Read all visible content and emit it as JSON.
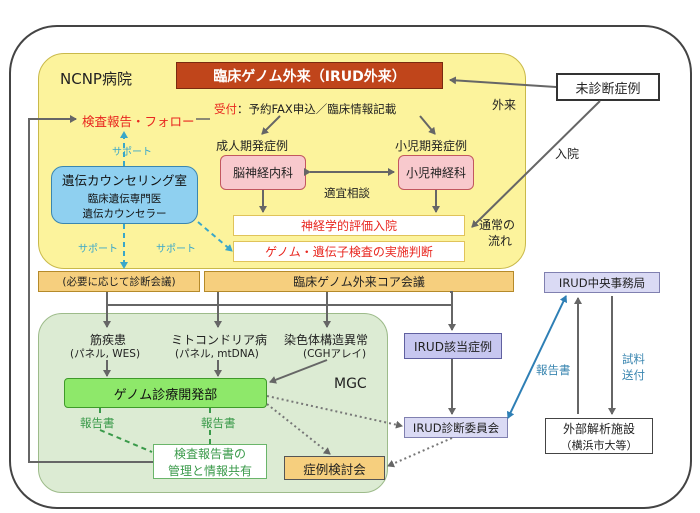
{
  "ncnp_label": "NCNP病院",
  "header": "臨床ゲノム外来（IRUD外来）",
  "undiagnosed": "未診断症例",
  "outpatient": "外来",
  "admission": "入院",
  "normal_flow_line1": "通常の",
  "normal_flow_line2": "流れ",
  "reception_label": "受付",
  "reception_text": "：予約FAX申込／臨床情報記載",
  "adult_label": "成人期発症例",
  "child_label": "小児期発症例",
  "neurology": "脳神経内科",
  "pediatric_neurology": "小児神経科",
  "consult": "適宜相談",
  "exam_report": "検査報告・フォロー",
  "support": "サポート",
  "counseling_title": "遺伝カウンセリング室",
  "counseling_sub1": "臨床遺伝専門医",
  "counseling_sub2": "遺伝カウンセラー",
  "eval_admission": "神経学的評価入院",
  "genome_decision": "ゲノム・遺伝子検査の実施判断",
  "as_needed": "(必要に応じて診断会議)",
  "core_meeting": "臨床ゲノム外来コア会議",
  "mgc_label": "MGC",
  "muscle_title": "筋疾患",
  "muscle_sub": "(パネル, WES)",
  "mito_title": "ミトコンドリア病",
  "mito_sub": "(パネル, mtDNA)",
  "chromo_title": "染色体構造異常",
  "chromo_sub": "(CGHアレイ)",
  "genome_dept": "ゲノム診療開発部",
  "report_doc": "報告書",
  "report_mgmt_line1": "検査報告書の",
  "report_mgmt_line2": "管理と情報共有",
  "case_review": "症例検討会",
  "irud_case": "IRUD該当症例",
  "irud_committee": "IRUD診断委員会",
  "irud_office": "IRUD中央事務局",
  "sample_line1": "試料",
  "sample_line2": "送付",
  "ext_facility_line1": "外部解析施設",
  "ext_facility_line2": "（横浜市大等）",
  "colors": {
    "header_fill": "#c0451b",
    "yellow_fill": "#fcf39c",
    "green_fill": "#dcebd3",
    "pink_fill": "#f8c9cd",
    "blue_fill": "#8fd0f0",
    "lime_fill": "#8ee86a",
    "orange_fill": "#f6cf7e",
    "lavender_fill": "#c7c7f0"
  }
}
